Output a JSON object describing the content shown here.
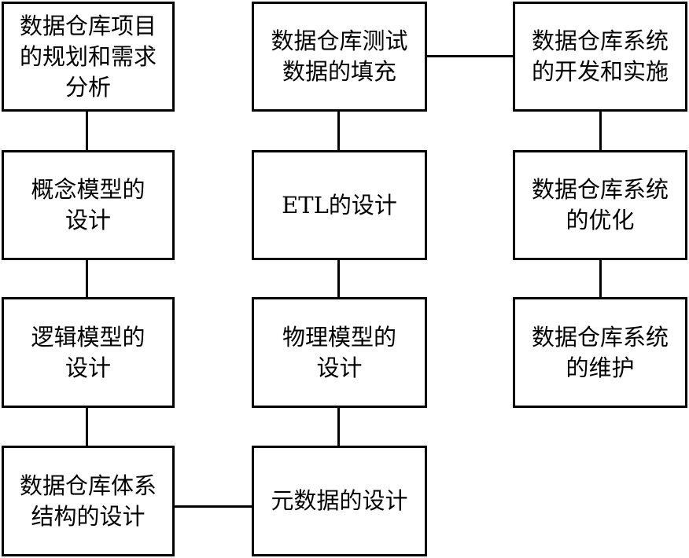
{
  "diagram": {
    "nodes": [
      {
        "id": "planning",
        "text": "数据仓库项目\n的规划和需求\n分析"
      },
      {
        "id": "conceptual",
        "text": "概念模型的\n设计"
      },
      {
        "id": "logical",
        "text": "逻辑模型的\n设计"
      },
      {
        "id": "architecture",
        "text": "数据仓库体系\n结构的设计"
      },
      {
        "id": "metadata",
        "text": "元数据的设计"
      },
      {
        "id": "physical",
        "text": "物理模型的\n设计"
      },
      {
        "id": "etl",
        "text": "ETL的设计"
      },
      {
        "id": "test-data",
        "text": "数据仓库测试\n数据的填充"
      },
      {
        "id": "development",
        "text": "数据仓库系统\n的开发和实施"
      },
      {
        "id": "optimization",
        "text": "数据仓库系统\n的优化"
      },
      {
        "id": "maintenance",
        "text": "数据仓库系统\n的维护"
      }
    ],
    "edges": [
      [
        "planning",
        "conceptual"
      ],
      [
        "conceptual",
        "logical"
      ],
      [
        "logical",
        "architecture"
      ],
      [
        "architecture",
        "metadata"
      ],
      [
        "metadata",
        "physical"
      ],
      [
        "physical",
        "etl"
      ],
      [
        "etl",
        "test-data"
      ],
      [
        "test-data",
        "development"
      ],
      [
        "development",
        "optimization"
      ],
      [
        "optimization",
        "maintenance"
      ]
    ]
  }
}
